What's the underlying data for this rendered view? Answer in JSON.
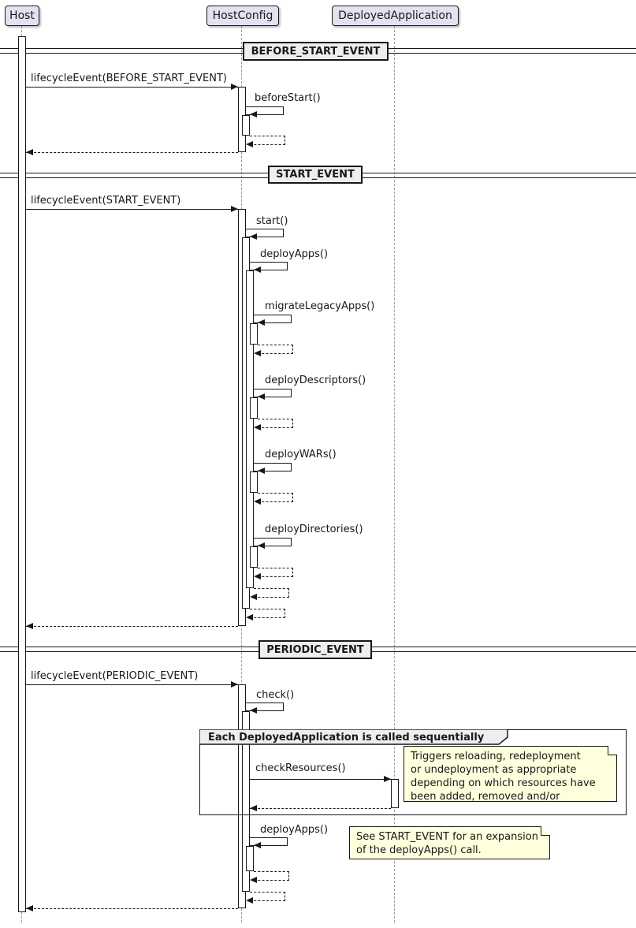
{
  "participants": {
    "host": "Host",
    "host_config": "HostConfig",
    "deployed_application": "DeployedApplication"
  },
  "dividers": {
    "before_start": "BEFORE_START_EVENT",
    "start": "START_EVENT",
    "periodic": "PERIODIC_EVENT"
  },
  "messages": {
    "lifecycle_before_start": "lifecycleEvent(BEFORE_START_EVENT)",
    "before_start": "beforeStart()",
    "lifecycle_start": "lifecycleEvent(START_EVENT)",
    "start": "start()",
    "deploy_apps": "deployApps()",
    "migrate_legacy_apps": "migrateLegacyApps()",
    "deploy_descriptors": "deployDescriptors()",
    "deploy_wars": "deployWARs()",
    "deploy_directories": "deployDirectories()",
    "lifecycle_periodic": "lifecycleEvent(PERIODIC_EVENT)",
    "check": "check()",
    "check_resources": "checkResources()",
    "deploy_apps_periodic": "deployApps()"
  },
  "group": {
    "label": "Each DeployedApplication is called sequentially"
  },
  "notes": {
    "check_resources": "Triggers reloading, redeployment\nor undeployment as appropriate\ndepending on which resources have\nbeen added, removed and/or changed.",
    "deploy_apps": "See START_EVENT for an expansion\nof the deployApps() call."
  },
  "colors": {
    "participant_fill": "#E2E2F0",
    "divider_fill": "#EEEEEE",
    "note_fill": "#FEFFDD",
    "line": "#181818",
    "lifeline": "#9A9A9A"
  }
}
